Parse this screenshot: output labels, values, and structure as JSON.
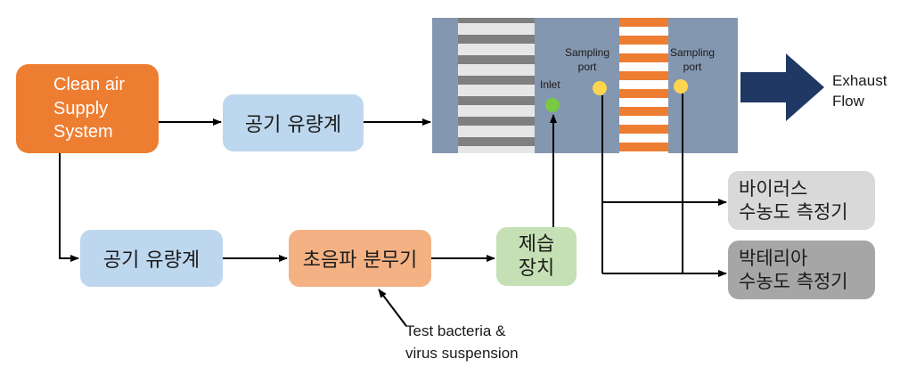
{
  "nodes": {
    "clean_air": {
      "lines": [
        "Clean air",
        "Supply",
        "System"
      ]
    },
    "flow_meter_top": {
      "label": "공기 유량계"
    },
    "flow_meter_bottom": {
      "label": "공기 유량계"
    },
    "nebulizer": {
      "label": "초음파 분무기"
    },
    "dehumidifier": {
      "lines": [
        "제습",
        "장치"
      ]
    },
    "virus_meter": {
      "lines": [
        "바이러스",
        "수농도 측정기"
      ]
    },
    "bacteria_meter": {
      "lines": [
        "박테리아",
        "수농도 측정기"
      ]
    }
  },
  "chamber": {
    "inlet_label": "Inlet",
    "sampling_port_1": [
      "Sampling",
      "port"
    ],
    "sampling_port_2": [
      "Sampling",
      "port"
    ],
    "exhaust": [
      "Exhaust",
      "Flow"
    ]
  },
  "input_note": [
    "Test bacteria &",
    "virus suspension"
  ],
  "colors": {
    "clean_air": "#ed7d31",
    "flow_meter": "#bdd7ee",
    "nebulizer": "#f4b183",
    "dehumidifier": "#c5e0b4",
    "virus_meter": "#d9d9d9",
    "bacteria_meter": "#a6a6a6",
    "chamber": "#8497b0",
    "filter_stripe": "#ed7d31",
    "exhaust_arrow": "#1f3864",
    "inlet_dot": "#7ac943",
    "sampling_dot": "#ffd54f"
  }
}
